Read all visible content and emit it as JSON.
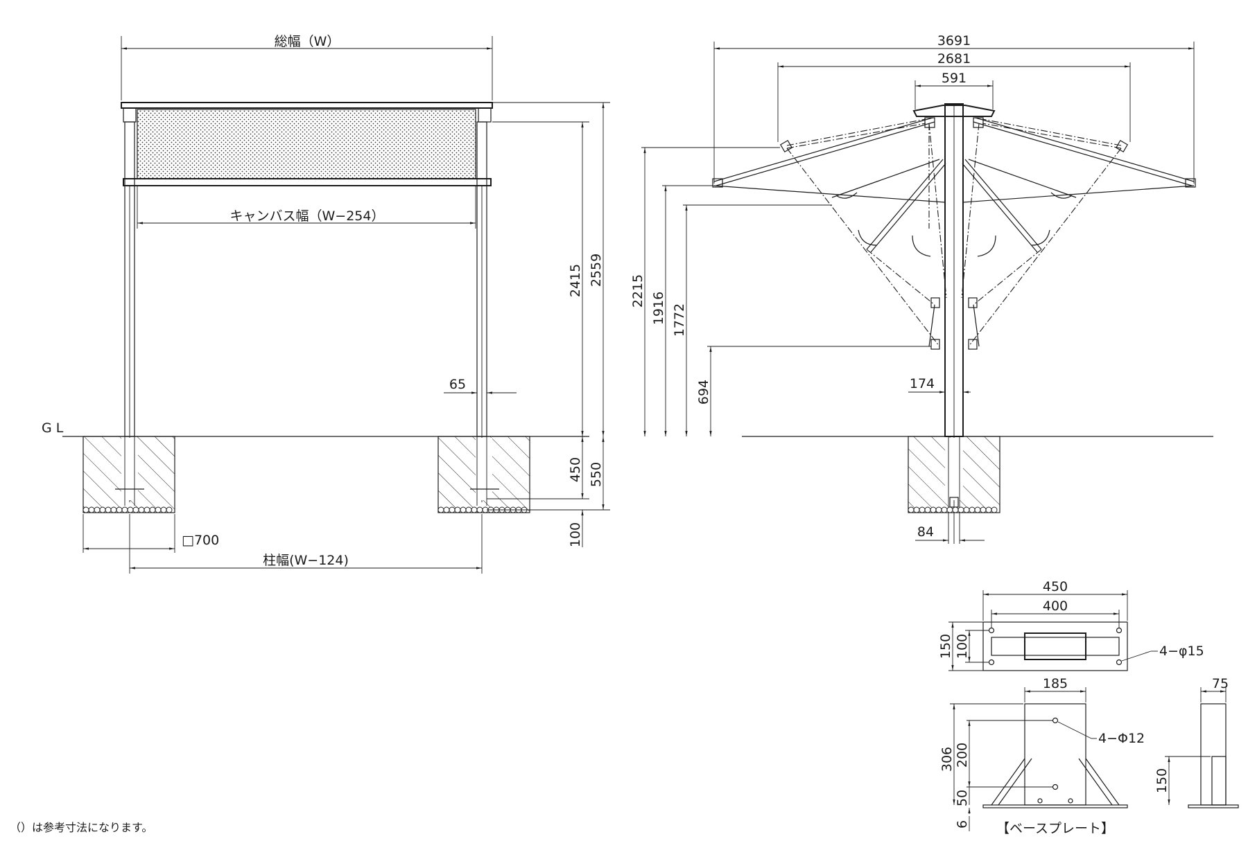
{
  "front_view": {
    "total_width": "総幅（W）",
    "canvas_width": "キャンバス幅（W−254）",
    "post_width": "柱幅(W−124)",
    "post_offset": "65",
    "footing_size": "□700",
    "ground_label": "G L",
    "dim_2415": "2415",
    "dim_2559": "2559",
    "dim_450": "450",
    "dim_550": "550",
    "dim_100": "100"
  },
  "side_view": {
    "dim_3691": "3691",
    "dim_2681": "2681",
    "dim_591": "591",
    "dim_2215": "2215",
    "dim_1916": "1916",
    "dim_1772": "1772",
    "dim_694": "694",
    "dim_174": "174",
    "dim_84": "84"
  },
  "base_plate": {
    "dim_450": "450",
    "dim_400": "400",
    "dim_150": "150",
    "dim_100": "100",
    "holes_15": "4−φ15",
    "dim_185": "185",
    "holes_12": "4−Φ12",
    "dim_306": "306",
    "dim_200": "200",
    "dim_50": "50",
    "dim_6": "6",
    "dim_75": "75",
    "dim_150_side": "150",
    "caption": "【ベースプレート】"
  },
  "footnote": "（）は参考寸法になります。"
}
